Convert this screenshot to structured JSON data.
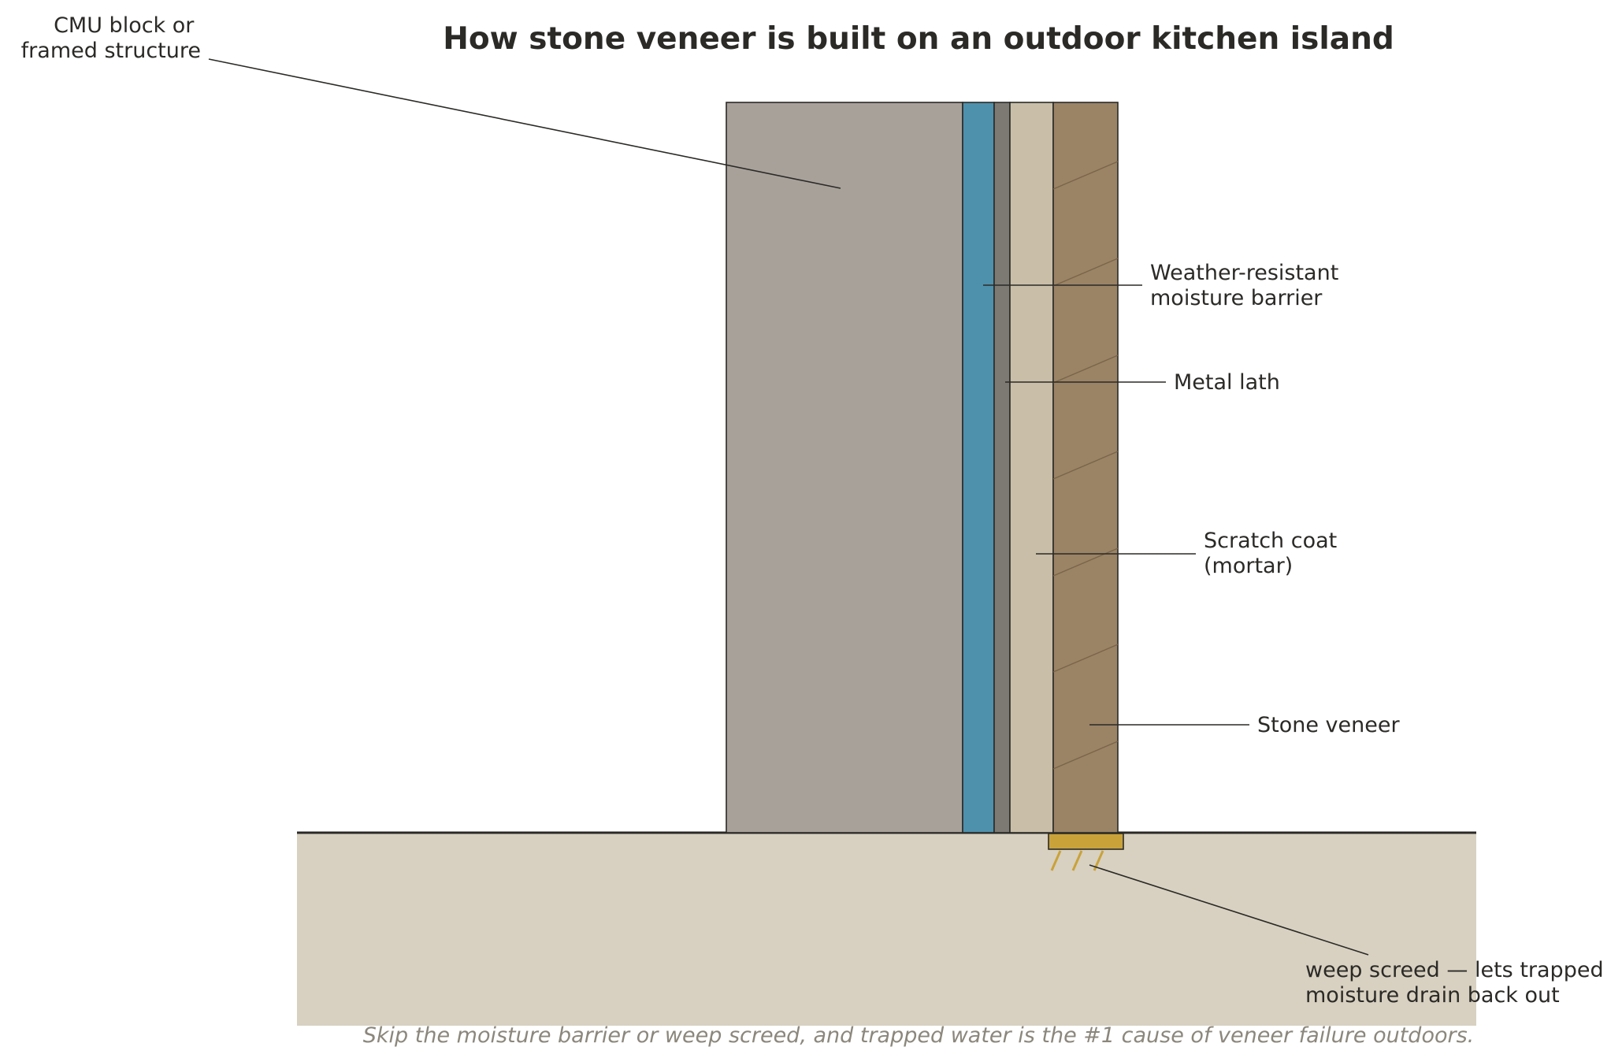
{
  "title": "How stone veneer is built on an outdoor kitchen island",
  "caption": "Skip the moisture barrier or weep screed, and trapped water is the #1 cause of veneer failure outdoors.",
  "labels": {
    "cmu": [
      "CMU block or",
      "framed structure"
    ],
    "barrier": [
      "Weather-resistant",
      "moisture barrier"
    ],
    "lath": [
      "Metal lath"
    ],
    "scratch": [
      "Scratch coat",
      "(mortar)"
    ],
    "stone": [
      "Stone veneer"
    ],
    "weep": [
      "weep screed — lets trapped",
      "moisture drain back out"
    ]
  },
  "colors": {
    "cmu": "#a8a19a",
    "barrier": "#4e91ad",
    "lath": "#7d7a74",
    "scratch": "#c9bea8",
    "stone": "#9b8366",
    "ground": "#d8d1c1",
    "weep_screed": "#c9a23a",
    "outline": "#2b2a27"
  }
}
